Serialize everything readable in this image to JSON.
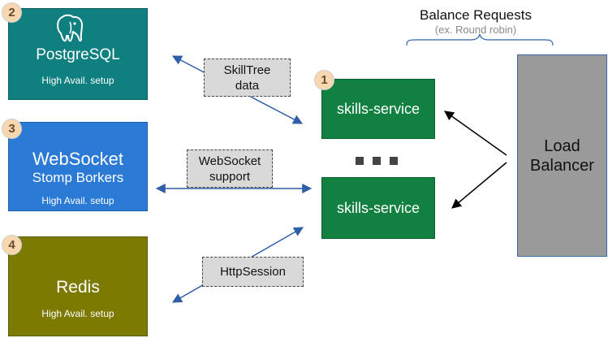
{
  "header": {
    "balance_title": "Balance Requests",
    "balance_subtitle": "(ex. Round robin)"
  },
  "nodes": {
    "postgres": {
      "number": "2",
      "title": "PostgreSQL",
      "subtitle": "High Avail. setup",
      "icon": "elephant-icon"
    },
    "websocket": {
      "number": "3",
      "title": "WebSocket",
      "title2": "Stomp Borkers",
      "subtitle": "High Avail. setup"
    },
    "redis": {
      "number": "4",
      "title": "Redis",
      "subtitle": "High Avail. setup"
    },
    "service1": {
      "number": "1",
      "label": "skills-service"
    },
    "service2": {
      "label": "skills-service"
    },
    "load_balancer": {
      "line1": "Load",
      "line2": "Balancer"
    }
  },
  "connections": {
    "skilltree": {
      "line1": "SkillTree",
      "line2": "data"
    },
    "websocket": {
      "line1": "WebSocket",
      "line2": "support"
    },
    "httpsession": {
      "label": "HttpSession"
    }
  },
  "colors": {
    "postgres": "#0f7f80",
    "websocket": "#2b7ad6",
    "redis": "#7d7a02",
    "service": "#128040",
    "load_balancer": "#9a9a9a",
    "badge": "#f6d7b0",
    "connector": "#2e5fa8"
  }
}
